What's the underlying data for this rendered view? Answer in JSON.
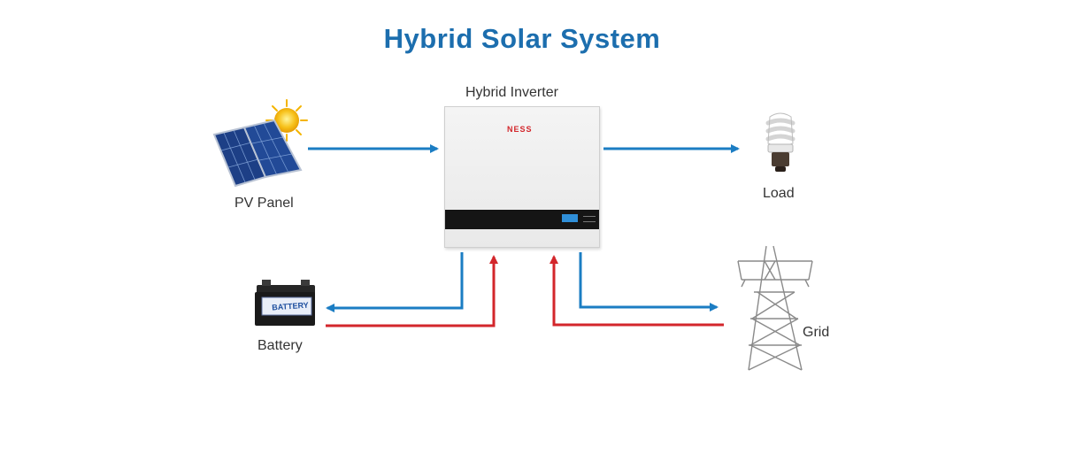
{
  "title": "Hybrid Solar System",
  "labels": {
    "inverter": "Hybrid Inverter",
    "pv_panel": "PV Panel",
    "load": "Load",
    "battery": "Battery",
    "grid": "Grid"
  },
  "inverter_brand": "NESS",
  "battery_sticker": "BATTERY",
  "colors": {
    "title": "#1c6eae",
    "flow_blue": "#1b7dc3",
    "flow_red": "#d3262b"
  }
}
